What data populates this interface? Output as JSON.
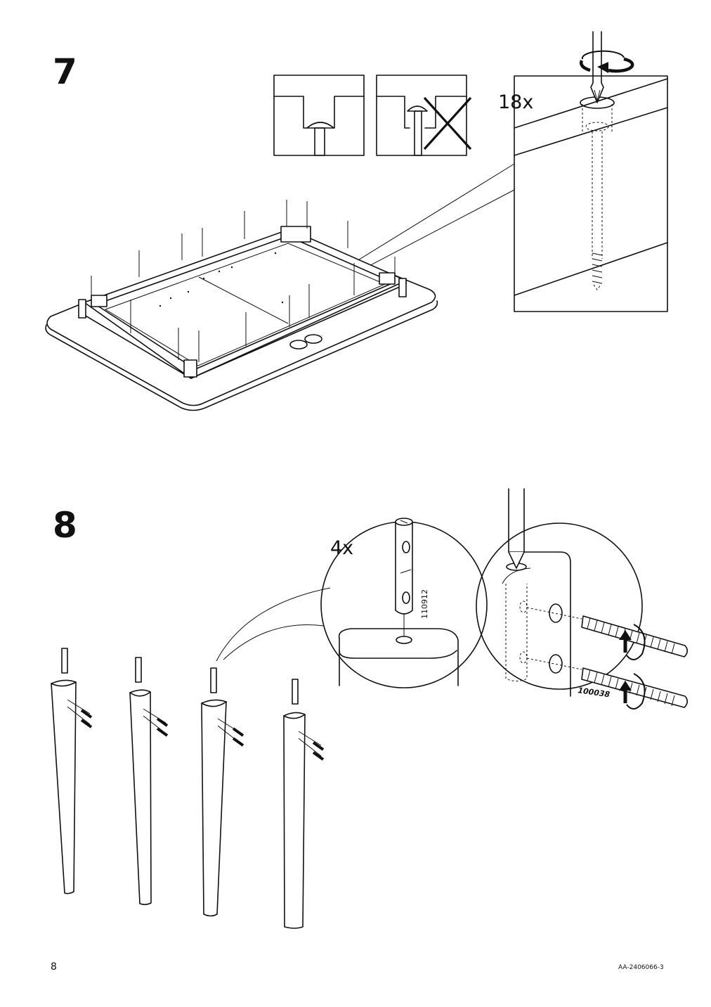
{
  "steps": [
    {
      "number": "7",
      "quantity": "18x"
    },
    {
      "number": "8",
      "quantity": "4x"
    }
  ],
  "part_numbers": {
    "dowel": "110912",
    "bolt": "100038"
  },
  "footer": {
    "page_number": "8",
    "doc_code": "AA-2406066-3"
  },
  "icons": [
    "screwdriver-icon",
    "rotate-arrow-icon",
    "cross-icon",
    "screw-icon",
    "dowel-icon",
    "bolt-icon",
    "table-leg-icon"
  ]
}
